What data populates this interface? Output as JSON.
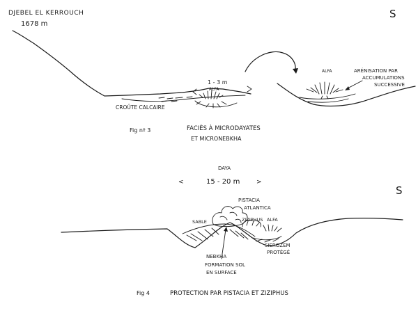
{
  "fig3": {
    "mountain_name": "DJEBEL EL KERROUCH",
    "mountain_altitude": "1678 m",
    "orientation_letter": "S",
    "width_label": "1 - 3 m",
    "alfa_label_left": "ALFA",
    "crust_label": "CROÛTE CALCAIRE",
    "alfa_label_right": "ALFA",
    "arenisation_line1": "ARÉNISATION PAR",
    "arenisation_line2": "ACCUMULATIONS",
    "arenisation_line3": "SUCCESSIVE",
    "caption_number": "Fig nº 3",
    "caption_line1": "FACIÈS À MICRODAYATES",
    "caption_line2": "ET MICRONEBKHA"
  },
  "fig4": {
    "orientation_letter": "S",
    "daya_label": "DAYA",
    "daya_width": "15 - 20 m",
    "pistacia_line1": "PISTACIA",
    "pistacia_line2": "ATLANTICA",
    "ziziphus_label": "ZIZIPHUS",
    "alfa_label": "ALFA",
    "sable_label": "SABLE",
    "sierozem_line1": "SIEROZEM",
    "sierozem_line2": "PROTÉGÉ",
    "nebkha_line1": "NEBKHA",
    "nebkha_line2": "FORMATION SOL",
    "nebkha_line3": "EN SURFACE",
    "caption_number": "Fig 4",
    "caption_text": "PROTECTION PAR PISTACIA ET ZIZIPHUS"
  }
}
